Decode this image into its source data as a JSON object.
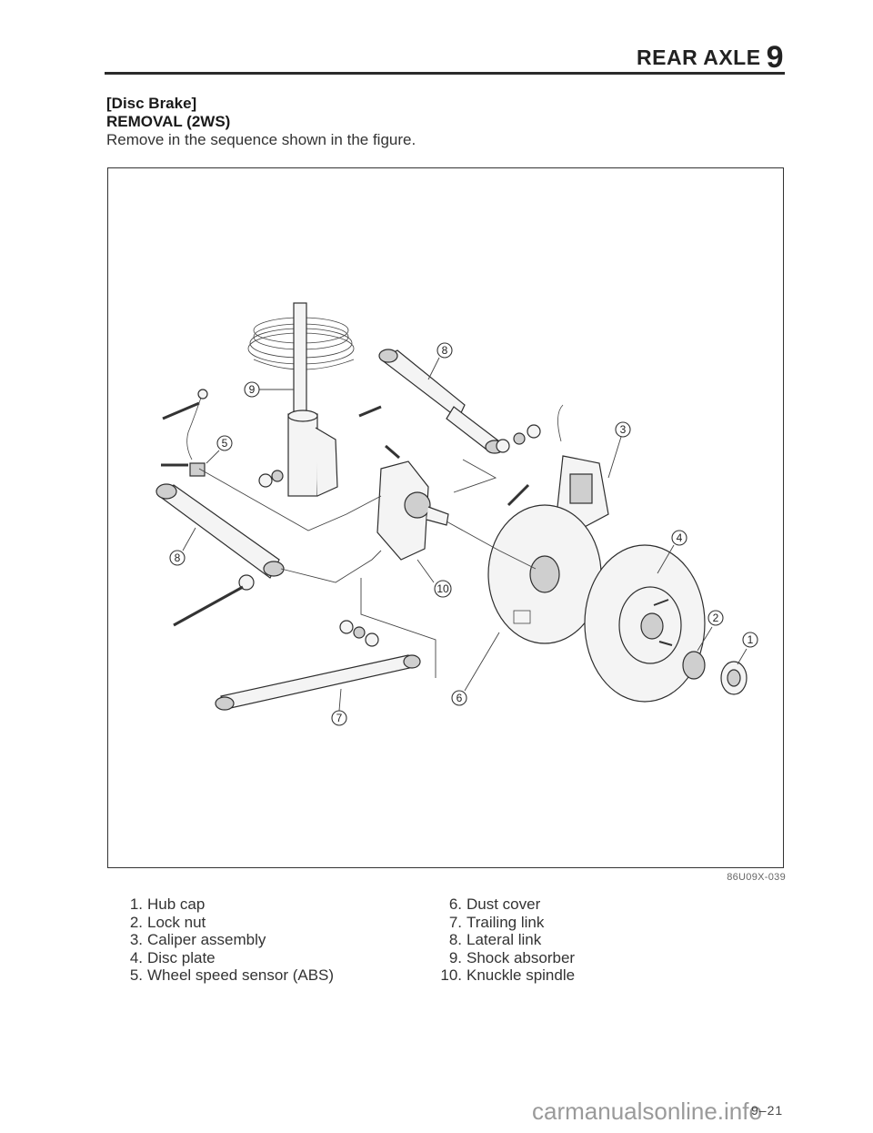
{
  "header": {
    "title": "REAR AXLE",
    "chapter": "9"
  },
  "section": {
    "subject": "[Disc Brake]",
    "title": "REMOVAL (2WS)",
    "instruction": "Remove in the sequence shown in the figure."
  },
  "figure": {
    "code": "86U09X-039",
    "callouts": {
      "c1": "1",
      "c2": "2",
      "c3": "3",
      "c4": "4",
      "c5": "5",
      "c6": "6",
      "c7": "7",
      "c8a": "8",
      "c8b": "8",
      "c9": "9",
      "c10": "10"
    }
  },
  "legend": {
    "left": [
      {
        "num": "1.",
        "label": "Hub cap"
      },
      {
        "num": "2.",
        "label": "Lock nut"
      },
      {
        "num": "3.",
        "label": "Caliper assembly"
      },
      {
        "num": "4.",
        "label": "Disc plate"
      },
      {
        "num": "5.",
        "label": "Wheel speed sensor (ABS)"
      }
    ],
    "right": [
      {
        "num": "6.",
        "label": "Dust cover"
      },
      {
        "num": "7.",
        "label": "Trailing link"
      },
      {
        "num": "8.",
        "label": "Lateral link"
      },
      {
        "num": "9.",
        "label": "Shock absorber"
      },
      {
        "num": "10.",
        "label": "Knuckle spindle"
      }
    ]
  },
  "footer": {
    "page": "9–21",
    "watermark": "carmanualsonline.info"
  }
}
